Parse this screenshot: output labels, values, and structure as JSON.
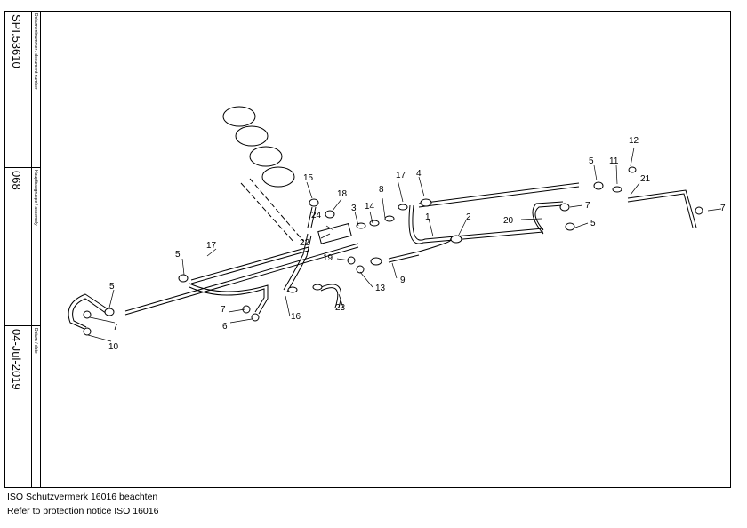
{
  "title_block": {
    "document_label": "Dokumentnummer / document number",
    "document_value": "SPI.53610",
    "assembly_label": "Hauptbaugruppe / assembly",
    "assembly_value": "068",
    "date_label": "Datum / date",
    "date_value": "04-Jul-2019"
  },
  "footer": {
    "line1": "ISO Schutzvermerk 16016 beachten",
    "line2": "Refer to protection notice ISO 16016"
  },
  "callouts": {
    "n1": "1",
    "n2": "2",
    "n3": "3",
    "n4": "4",
    "n5a": "5",
    "n5b": "5",
    "n5c": "5",
    "n5d": "5",
    "n6": "6",
    "n7a": "7",
    "n7b": "7",
    "n7c": "7",
    "n7d": "7",
    "n8": "8",
    "n9": "9",
    "n10": "10",
    "n11": "11",
    "n12": "12",
    "n13": "13",
    "n14": "14",
    "n15": "15",
    "n16": "16",
    "n17a": "17",
    "n17b": "17",
    "n18": "18",
    "n19": "19",
    "n20": "20",
    "n21": "21",
    "n22": "22",
    "n23": "23",
    "n24": "24"
  }
}
